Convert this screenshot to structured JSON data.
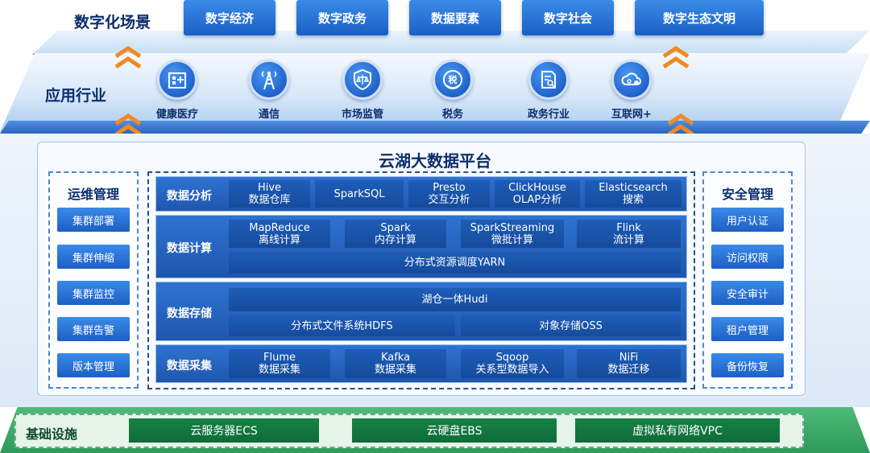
{
  "scenes": {
    "title": "数字化场景",
    "items": [
      "数字经济",
      "数字政务",
      "数据要素",
      "数字社会",
      "数字生态文明"
    ]
  },
  "industries": {
    "title": "应用行业",
    "items": [
      {
        "label": "健康医疗",
        "icon": "hospital-icon"
      },
      {
        "label": "通信",
        "icon": "signal-tower-icon"
      },
      {
        "label": "市场监管",
        "icon": "shield-scale-icon"
      },
      {
        "label": "税务",
        "icon": "tax-seal-icon"
      },
      {
        "label": "政务行业",
        "icon": "document-search-icon"
      },
      {
        "label": "互联网+",
        "icon": "cloud-gear-icon"
      }
    ]
  },
  "platform": {
    "title": "云湖大数据平台",
    "ops": {
      "title": "运维管理",
      "items": [
        "集群部署",
        "集群伸缩",
        "集群监控",
        "集群告警",
        "版本管理"
      ]
    },
    "security": {
      "title": "安全管理",
      "items": [
        "用户认证",
        "访问权限",
        "安全审计",
        "租户管理",
        "备份恢复"
      ]
    },
    "layers": {
      "analysis": {
        "label": "数据分析",
        "cells": [
          [
            "Hive",
            "数据仓库"
          ],
          [
            "SparkSQL"
          ],
          [
            "Presto",
            "交互分析"
          ],
          [
            "ClickHouse",
            "OLAP分析"
          ],
          [
            "Elasticsearch",
            "搜索"
          ]
        ]
      },
      "compute": {
        "label": "数据计算",
        "cells": [
          [
            "MapReduce",
            "离线计算"
          ],
          [
            "Spark",
            "内存计算"
          ],
          [
            "SparkStreaming",
            "微批计算"
          ],
          [
            "Flink",
            "流计算"
          ]
        ],
        "bottom": "分布式资源调度YARN"
      },
      "storage": {
        "label": "数据存储",
        "top": "湖仓一体Hudi",
        "left": "分布式文件系统HDFS",
        "right": "对象存储OSS"
      },
      "collect": {
        "label": "数据采集",
        "cells": [
          [
            "Flume",
            "数据采集"
          ],
          [
            "Kafka",
            "数据采集"
          ],
          [
            "Sqoop",
            "关系型数据导入"
          ],
          [
            "NiFi",
            "数据迁移"
          ]
        ]
      }
    }
  },
  "infrastructure": {
    "title": "基础设施",
    "items": [
      "云服务器ECS",
      "云硬盘EBS",
      "虚拟私有网络VPC"
    ]
  },
  "colors": {
    "primary_blue": "#1f5fc4",
    "dark_navy": "#0b2e6e",
    "infra_green": "#0f6b38",
    "chevron_orange": "#f08a24"
  }
}
